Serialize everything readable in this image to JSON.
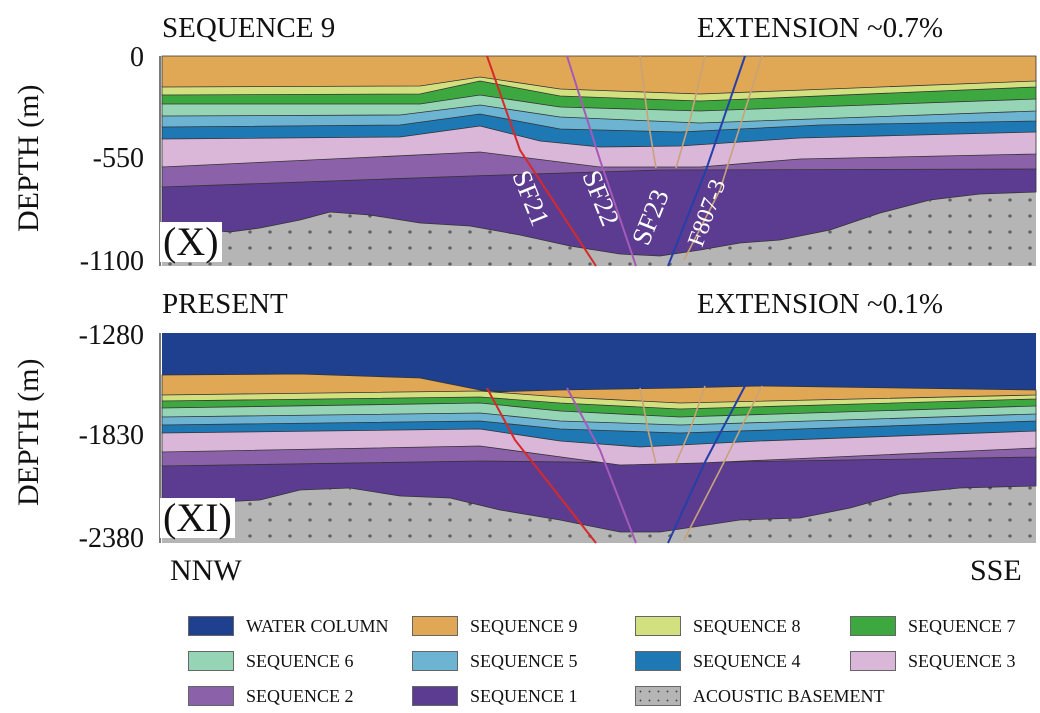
{
  "panels": [
    {
      "title": "SEQUENCE 9",
      "extension": "EXTENSION  ~0.7%",
      "ylabel": "DEPTH (m)",
      "ticks": [
        "0",
        "-550",
        "-1100"
      ],
      "panel_label": "(X)",
      "fault_labels": [
        "SF21",
        "SF22",
        "SF23",
        "F807-3"
      ]
    },
    {
      "title": "PRESENT",
      "extension": "EXTENSION  ~0.1%",
      "ylabel": "DEPTH (m)",
      "ticks": [
        "-1280",
        "-1830",
        "-2380"
      ],
      "panel_label": "(XI)"
    }
  ],
  "directions": {
    "left": "NNW",
    "right": "SSE"
  },
  "legend": [
    {
      "label": "WATER COLUMN",
      "color": "#1f3f8f"
    },
    {
      "label": "SEQUENCE 9",
      "color": "#e0a855"
    },
    {
      "label": "SEQUENCE 8",
      "color": "#d3e07f"
    },
    {
      "label": "SEQUENCE 7",
      "color": "#3ea840"
    },
    {
      "label": "SEQUENCE 6",
      "color": "#95d5b6"
    },
    {
      "label": "SEQUENCE 5",
      "color": "#6cb4d2"
    },
    {
      "label": "SEQUENCE 4",
      "color": "#1d78b4"
    },
    {
      "label": "SEQUENCE 3",
      "color": "#dab6d9"
    },
    {
      "label": "SEQUENCE 2",
      "color": "#8b62aa"
    },
    {
      "label": "SEQUENCE 1",
      "color": "#5c3c91"
    },
    {
      "label": "ACOUSTIC BASEMENT",
      "color": "#b5b5b5"
    }
  ]
}
